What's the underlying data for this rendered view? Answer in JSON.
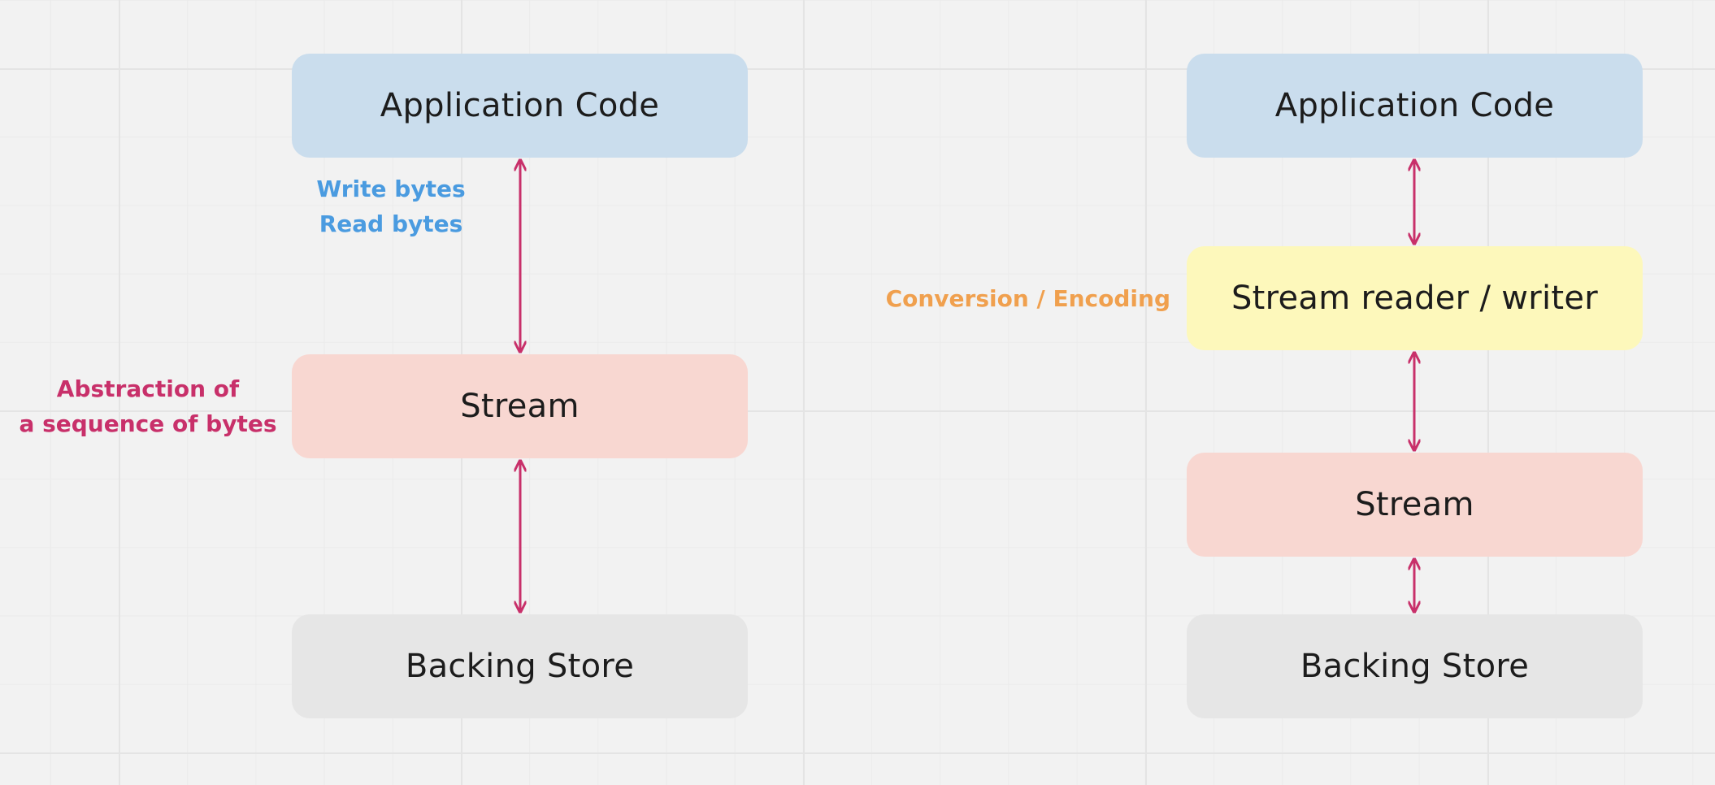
{
  "colors": {
    "arrow": "#c8306a",
    "label_blue": "#4a9be0",
    "label_pink": "#c8306a",
    "label_orange": "#f0a04e",
    "app_code_fill": "#cadded",
    "stream_fill": "#f8d7d1",
    "backing_store_fill": "#e6e6e6",
    "reader_writer_fill": "#fdf8bb"
  },
  "left_diagram": {
    "app_code": "Application Code",
    "stream": "Stream",
    "backing_store": "Backing Store",
    "io_labels": [
      "Write bytes",
      "Read bytes"
    ],
    "stream_note": [
      "Abstraction of",
      "a sequence of bytes"
    ]
  },
  "right_diagram": {
    "app_code": "Application Code",
    "reader_writer": "Stream reader / writer",
    "stream": "Stream",
    "backing_store": "Backing Store",
    "reader_writer_note": "Conversion / Encoding"
  }
}
